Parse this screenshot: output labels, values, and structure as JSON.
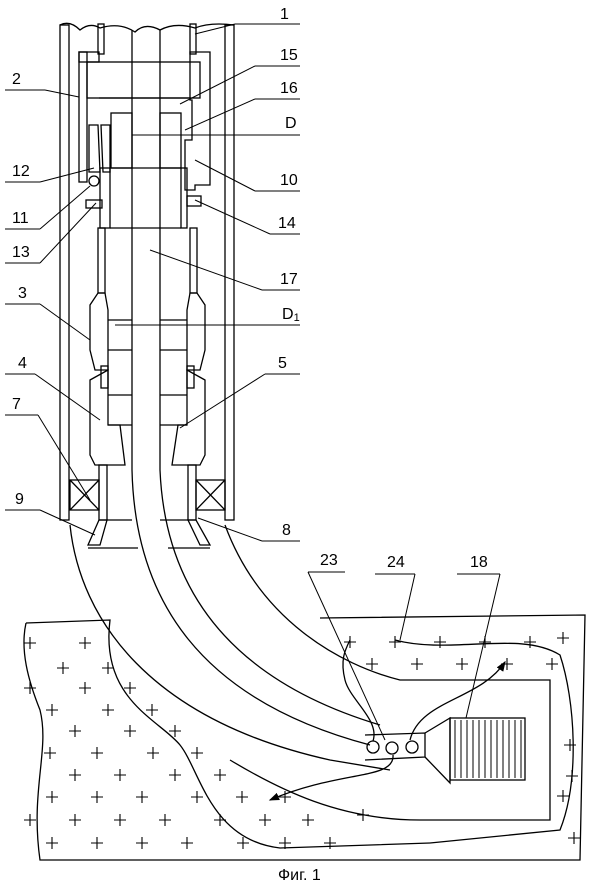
{
  "figure": {
    "caption": "Фиг. 1",
    "colors": {
      "ink": "#000000",
      "paper": "#ffffff"
    }
  },
  "callouts": [
    {
      "id": "1",
      "text": "1"
    },
    {
      "id": "2",
      "text": "2"
    },
    {
      "id": "3",
      "text": "3"
    },
    {
      "id": "4",
      "text": "4"
    },
    {
      "id": "5",
      "text": "5"
    },
    {
      "id": "7",
      "text": "7"
    },
    {
      "id": "8",
      "text": "8"
    },
    {
      "id": "9",
      "text": "9"
    },
    {
      "id": "10",
      "text": "10"
    },
    {
      "id": "11",
      "text": "11"
    },
    {
      "id": "12",
      "text": "12"
    },
    {
      "id": "13",
      "text": "13"
    },
    {
      "id": "14",
      "text": "14"
    },
    {
      "id": "15",
      "text": "15"
    },
    {
      "id": "16",
      "text": "16"
    },
    {
      "id": "17",
      "text": "17"
    },
    {
      "id": "18",
      "text": "18"
    },
    {
      "id": "23",
      "text": "23"
    },
    {
      "id": "24",
      "text": "24"
    },
    {
      "id": "D",
      "text": "D"
    },
    {
      "id": "D1",
      "text": "D",
      "subscript": "1"
    }
  ]
}
